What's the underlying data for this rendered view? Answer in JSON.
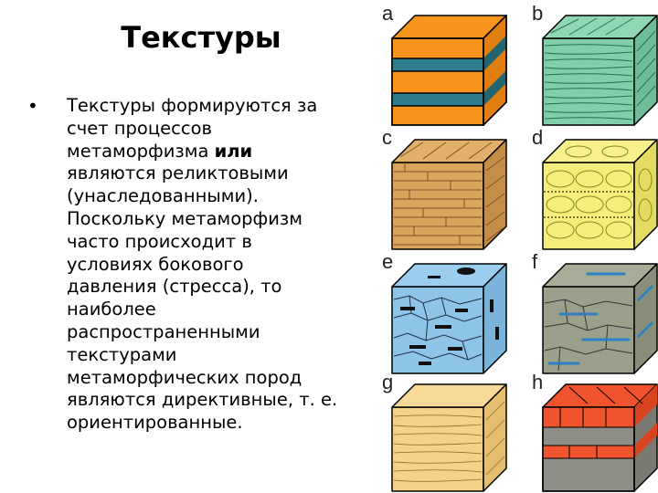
{
  "slide": {
    "title": "Текстуры",
    "bullet": {
      "lines": [
        "Текстуры формируются за",
        "счет процессов",
        "метаморфизма ",
        "являются реликтовыми",
        "(унаследованными).",
        "Поскольку метаморфизм",
        "часто происходит в",
        "условиях бокового",
        "давления (стресса), то",
        "наиболее",
        "распространенными",
        "текстурами",
        "метаморфических пород",
        "являются директивные, т. е.",
        "ориентированные."
      ],
      "emphasis": "или"
    }
  },
  "figure": {
    "panels": [
      {
        "label": "a",
        "texture": "banded",
        "colors": [
          "#F7941D",
          "#2E7D8C"
        ]
      },
      {
        "label": "b",
        "texture": "schistose",
        "colors": [
          "#7FCFA8",
          "#2C6E4F"
        ]
      },
      {
        "label": "c",
        "texture": "massive-granular",
        "colors": [
          "#D9A45C",
          "#7A5025"
        ]
      },
      {
        "label": "d",
        "texture": "lenticular-granular",
        "colors": [
          "#F4EE7A",
          "#8A8420"
        ]
      },
      {
        "label": "e",
        "texture": "porphyroblastic",
        "colors": [
          "#8DC4E8",
          "#1E2E44"
        ]
      },
      {
        "label": "f",
        "texture": "granular-with-streaks",
        "colors": [
          "#9AA08A",
          "#2E80C0"
        ]
      },
      {
        "label": "g",
        "texture": "foliated",
        "colors": [
          "#F6D289",
          "#8A6A2C"
        ]
      },
      {
        "label": "h",
        "texture": "layered",
        "colors": [
          "#F0542E",
          "#8E8E86"
        ]
      }
    ]
  }
}
